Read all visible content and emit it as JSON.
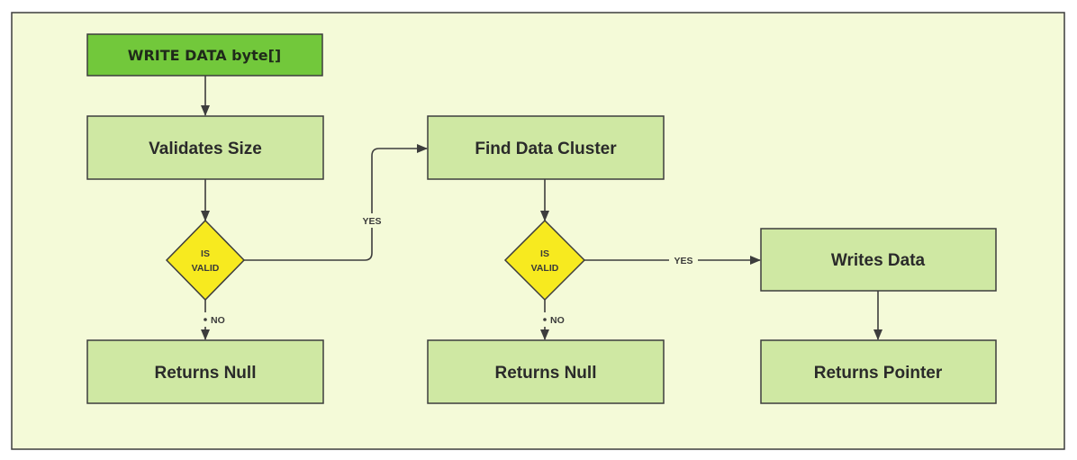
{
  "colors": {
    "background": "#f4fad8",
    "process_fill": "#cfe8a3",
    "start_fill": "#72c83b",
    "decision_fill": "#f7ea1f",
    "stroke": "#3d3d3d"
  },
  "nodes": {
    "start": "WRITE DATA byte[]",
    "validate": "Validates Size",
    "decision1": {
      "line1": "IS",
      "line2": "VALID"
    },
    "null1": "Returns Null",
    "find": "Find Data Cluster",
    "decision2": {
      "line1": "IS",
      "line2": "VALID"
    },
    "null2": "Returns Null",
    "write": "Writes Data",
    "pointer": "Returns Pointer"
  },
  "edges": {
    "d1_yes": "YES",
    "d1_no": "NO",
    "d2_yes": "YES",
    "d2_no": "NO"
  }
}
